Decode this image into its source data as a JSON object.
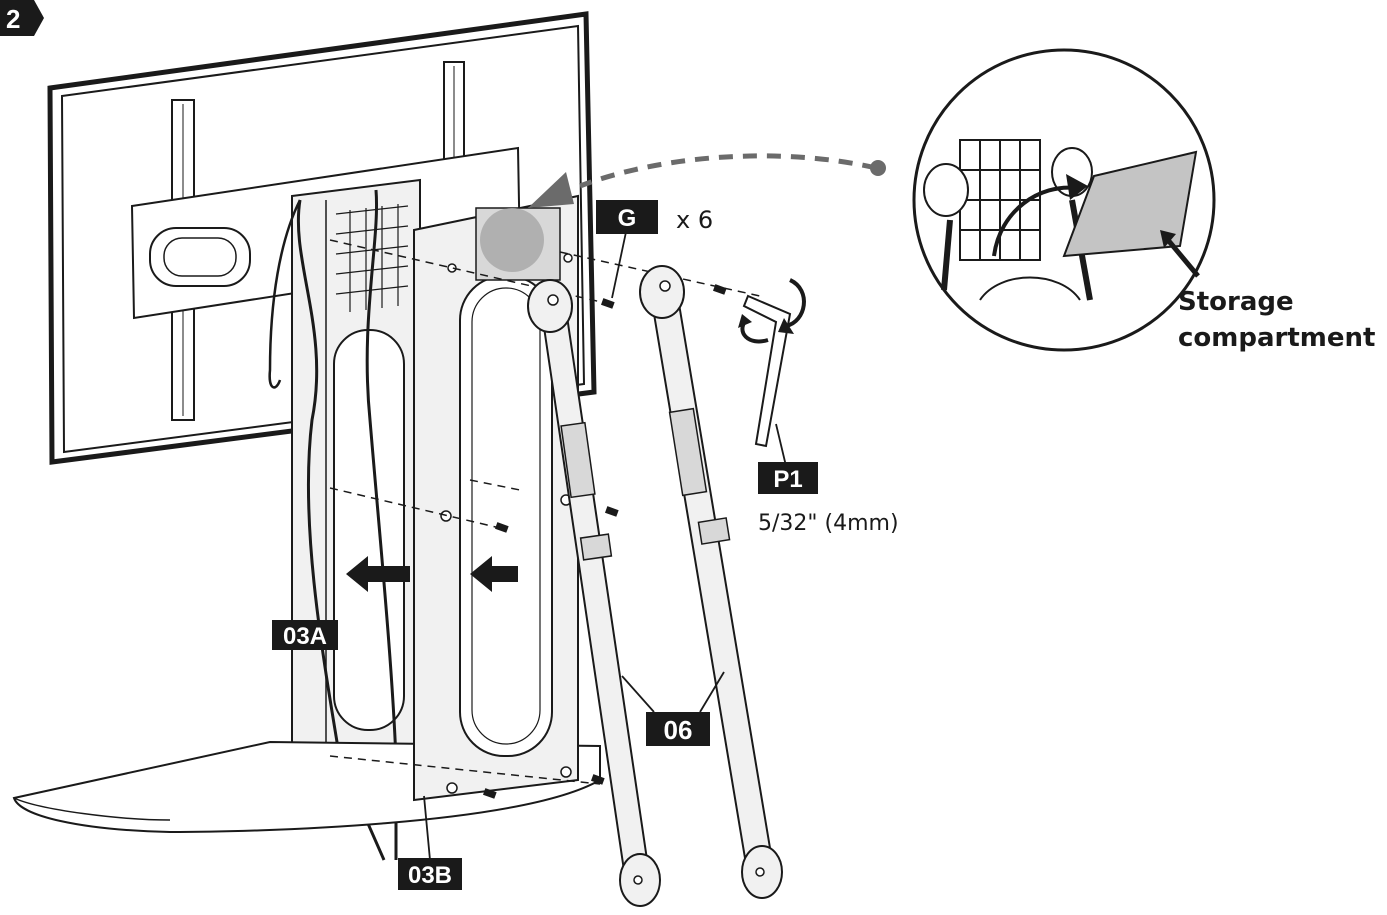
{
  "step_number": "2",
  "labels": {
    "G": "G",
    "G_qty": "x 6",
    "P1": "P1",
    "P1_size": "5/32\" (4mm)",
    "L03A": "03A",
    "L03B": "03B",
    "L06": "06"
  },
  "callout": {
    "line1": "Storage",
    "line2": "compartment"
  },
  "colors": {
    "ink": "#1a1a1a",
    "panel_fill": "#f1f1f1",
    "dark_fill": "#d8d8d8",
    "highlight": "#a9a9a9",
    "label_bg": "#1a1a1a",
    "label_fg": "#ffffff"
  }
}
